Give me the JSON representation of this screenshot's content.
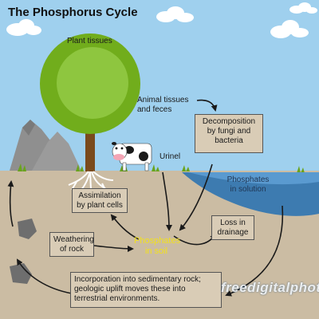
{
  "title": "The Phosphorus Cycle",
  "labels": {
    "plant_tissues": "Plant tissues",
    "animal_tissues": "Animal tissues\nand feces",
    "urinel": "Urinel",
    "phosphates_soil": "Phosphates\nin soil",
    "phosphates_solution": "Phosphates\nin solution"
  },
  "boxes": {
    "decomposition": "Decomposition\nby fungi and\nbacteria",
    "assimilation": "Assimilation\nby plant cells",
    "weathering": "Weathering\nof rock",
    "loss": "Loss in\ndrainage",
    "incorporation": "Incorporation into sedimentary rock;\ngeologic uplift moves these into\nterrestrial environments."
  },
  "watermark": "freedigitalphotos.net",
  "colors": {
    "sky": "#9fd0ee",
    "ground": "#cbbca3",
    "water": "#3d7bb0",
    "foliage": "#71ad1c",
    "phosphate_text": "#f2e11c"
  }
}
